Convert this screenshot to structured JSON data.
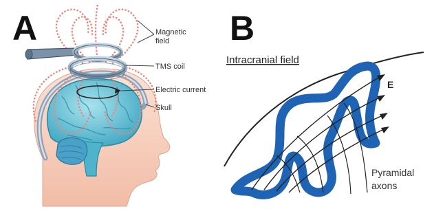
{
  "panel_a": {
    "letter": "A",
    "labels": {
      "magnetic_field_line1": "Magnetic",
      "magnetic_field_line2": "field",
      "tms_coil": "TMS coil",
      "electric_current": "Electric current",
      "skull": "Skull"
    }
  },
  "panel_b": {
    "letter": "B",
    "title": "Intracranial field",
    "field_label": "E",
    "axons_line1": "Pyramidal",
    "axons_line2": "axons"
  },
  "colors": {
    "skin": "#f6cdbb",
    "skin_outline": "#c98f7e",
    "brain": "#6cc4d6",
    "brain_dark": "#2f8fa6",
    "cerebellum": "#5aa8c9",
    "skull": "#9eb8cf",
    "field_dots": "#e9877a",
    "coil": "#8ea7bf",
    "coil_dark": "#4d6479",
    "cortex_blue": "#1e63b4",
    "ink": "#222222"
  },
  "icons": {
    "coil": "figure-eight-coil-icon",
    "arrow": "arrowhead-icon"
  }
}
